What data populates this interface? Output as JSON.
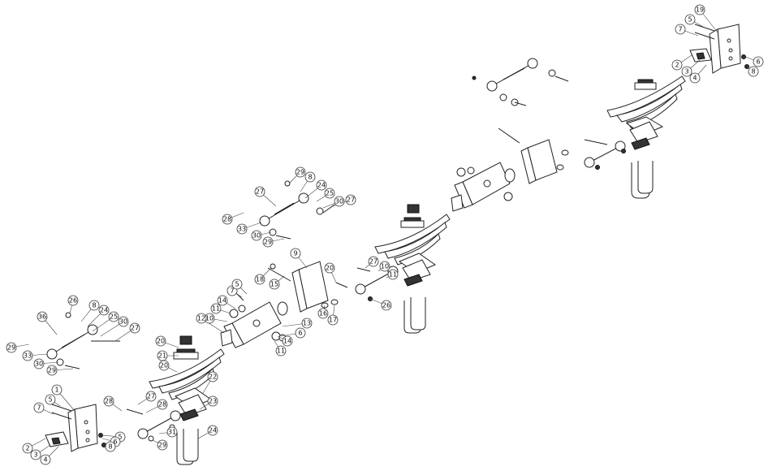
{
  "diagram": {
    "callouts": [
      {
        "id": "c-19",
        "label": "19"
      },
      {
        "id": "c-5a",
        "label": "5"
      },
      {
        "id": "c-7a",
        "label": "7"
      },
      {
        "id": "c-2a",
        "label": "2"
      },
      {
        "id": "c-3a",
        "label": "3"
      },
      {
        "id": "c-4a",
        "label": "4"
      },
      {
        "id": "c-6a",
        "label": "6"
      },
      {
        "id": "c-8a",
        "label": "8"
      },
      {
        "id": "c-29a",
        "label": "29"
      },
      {
        "id": "c-27a",
        "label": "27"
      },
      {
        "id": "c-8b",
        "label": "8"
      },
      {
        "id": "c-24a",
        "label": "24"
      },
      {
        "id": "c-25a",
        "label": "25"
      },
      {
        "id": "c-30a",
        "label": "30"
      },
      {
        "id": "c-27b",
        "label": "27"
      },
      {
        "id": "c-28a",
        "label": "28"
      },
      {
        "id": "c-33a",
        "label": "33"
      },
      {
        "id": "c-30b",
        "label": "30"
      },
      {
        "id": "c-29b",
        "label": "29"
      },
      {
        "id": "c-18",
        "label": "18"
      },
      {
        "id": "c-15",
        "label": "15"
      },
      {
        "id": "c-9",
        "label": "9"
      },
      {
        "id": "c-20a",
        "label": "20"
      },
      {
        "id": "c-27c",
        "label": "27"
      },
      {
        "id": "c-10a",
        "label": "10"
      },
      {
        "id": "c-11a",
        "label": "11"
      },
      {
        "id": "c-16",
        "label": "16"
      },
      {
        "id": "c-17",
        "label": "17"
      },
      {
        "id": "c-26a",
        "label": "26"
      },
      {
        "id": "c-14a",
        "label": "14"
      },
      {
        "id": "c-7b",
        "label": "7"
      },
      {
        "id": "c-5b",
        "label": "5"
      },
      {
        "id": "c-11b",
        "label": "11"
      },
      {
        "id": "c-10b",
        "label": "10"
      },
      {
        "id": "c-12",
        "label": "12"
      },
      {
        "id": "c-13",
        "label": "13"
      },
      {
        "id": "c-6b",
        "label": "6"
      },
      {
        "id": "c-14b",
        "label": "14"
      },
      {
        "id": "c-11c",
        "label": "11"
      },
      {
        "id": "c-26b",
        "label": "26"
      },
      {
        "id": "c-8c",
        "label": "8"
      },
      {
        "id": "c-24b",
        "label": "24"
      },
      {
        "id": "c-25b",
        "label": "25"
      },
      {
        "id": "c-30c",
        "label": "30"
      },
      {
        "id": "c-27d",
        "label": "27"
      },
      {
        "id": "c-36",
        "label": "36"
      },
      {
        "id": "c-29c",
        "label": "29"
      },
      {
        "id": "c-33b",
        "label": "33"
      },
      {
        "id": "c-30d",
        "label": "30"
      },
      {
        "id": "c-29d",
        "label": "29"
      },
      {
        "id": "c-20b",
        "label": "20"
      },
      {
        "id": "c-21",
        "label": "21"
      },
      {
        "id": "c-20c",
        "label": "20"
      },
      {
        "id": "c-22",
        "label": "22"
      },
      {
        "id": "c-1",
        "label": "1"
      },
      {
        "id": "c-5c",
        "label": "5"
      },
      {
        "id": "c-7c",
        "label": "7"
      },
      {
        "id": "c-2b",
        "label": "2"
      },
      {
        "id": "c-3b",
        "label": "3"
      },
      {
        "id": "c-4b",
        "label": "4"
      },
      {
        "id": "c-28b",
        "label": "28"
      },
      {
        "id": "c-5d",
        "label": "5"
      },
      {
        "id": "c-6c",
        "label": "6"
      },
      {
        "id": "c-8d",
        "label": "8"
      },
      {
        "id": "c-27e",
        "label": "27"
      },
      {
        "id": "c-28c",
        "label": "28"
      },
      {
        "id": "c-31",
        "label": "31"
      },
      {
        "id": "c-23",
        "label": "23"
      },
      {
        "id": "c-24c",
        "label": "24"
      },
      {
        "id": "c-29e",
        "label": "29"
      }
    ]
  }
}
